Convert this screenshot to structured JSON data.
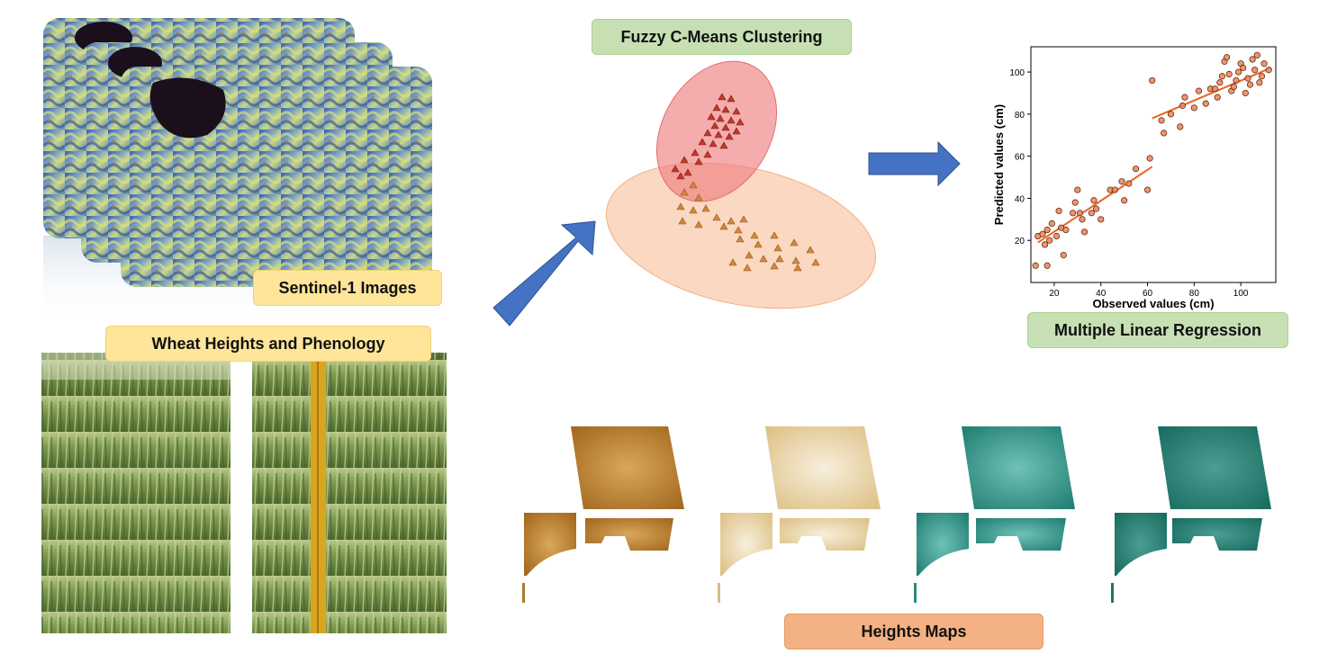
{
  "labels": {
    "sentinel": "Sentinel-1 Images",
    "wheat": "Wheat Heights and Phenology",
    "fuzzy": "Fuzzy C-Means Clustering",
    "mlr": "Multiple Linear Regression",
    "heights_maps": "Heights Maps"
  },
  "colors": {
    "arrow": "#4472c4",
    "cluster_red": "#f08080",
    "cluster_orange": "#f8cbad",
    "point_red": "#c0392b",
    "point_orange": "#d4883a",
    "fit_line": "#e8671c",
    "map_brown": "#b5782a",
    "map_beige": "#e3c88f",
    "map_teal": "#2a8a7e",
    "map_darkteal": "#1f7568"
  },
  "chart_data": {
    "type": "scatter",
    "xlabel": "Observed values (cm)",
    "ylabel": "Predicted values (cm)",
    "xlim": [
      10,
      115
    ],
    "ylim": [
      0,
      112
    ],
    "xticks": [
      20,
      40,
      60,
      80,
      100
    ],
    "yticks": [
      20,
      40,
      60,
      80,
      100
    ],
    "series": [
      {
        "points": [
          [
            12,
            8
          ],
          [
            13,
            22
          ],
          [
            15,
            23
          ],
          [
            16,
            18
          ],
          [
            17,
            8
          ],
          [
            17,
            25
          ],
          [
            18,
            20
          ],
          [
            19,
            28
          ],
          [
            21,
            22
          ],
          [
            22,
            34
          ],
          [
            23,
            26
          ],
          [
            24,
            13
          ],
          [
            25,
            25
          ],
          [
            28,
            33
          ],
          [
            29,
            38
          ],
          [
            30,
            44
          ],
          [
            31,
            33
          ],
          [
            32,
            30
          ],
          [
            33,
            24
          ],
          [
            36,
            33
          ],
          [
            37,
            39
          ],
          [
            38,
            35
          ],
          [
            40,
            30
          ],
          [
            44,
            44
          ],
          [
            46,
            44
          ],
          [
            49,
            48
          ],
          [
            50,
            39
          ],
          [
            52,
            47
          ],
          [
            55,
            54
          ],
          [
            60,
            44
          ],
          [
            61,
            59
          ]
        ],
        "fit": [
          [
            13,
            19
          ],
          [
            62,
            55
          ]
        ]
      },
      {
        "points": [
          [
            62,
            96
          ],
          [
            66,
            77
          ],
          [
            67,
            71
          ],
          [
            70,
            80
          ],
          [
            74,
            74
          ],
          [
            75,
            84
          ],
          [
            76,
            88
          ],
          [
            80,
            83
          ],
          [
            82,
            91
          ],
          [
            85,
            85
          ],
          [
            87,
            92
          ],
          [
            89,
            92
          ],
          [
            90,
            88
          ],
          [
            91,
            95
          ],
          [
            92,
            98
          ],
          [
            93,
            105
          ],
          [
            94,
            107
          ],
          [
            95,
            99
          ],
          [
            96,
            91
          ],
          [
            97,
            93
          ],
          [
            98,
            96
          ],
          [
            99,
            100
          ],
          [
            100,
            104
          ],
          [
            101,
            102
          ],
          [
            102,
            90
          ],
          [
            103,
            97
          ],
          [
            104,
            94
          ],
          [
            105,
            106
          ],
          [
            106,
            101
          ],
          [
            107,
            108
          ],
          [
            108,
            95
          ],
          [
            109,
            98
          ],
          [
            110,
            104
          ],
          [
            112,
            101
          ]
        ],
        "fit": [
          [
            62,
            78
          ],
          [
            113,
            102
          ]
        ]
      }
    ]
  }
}
